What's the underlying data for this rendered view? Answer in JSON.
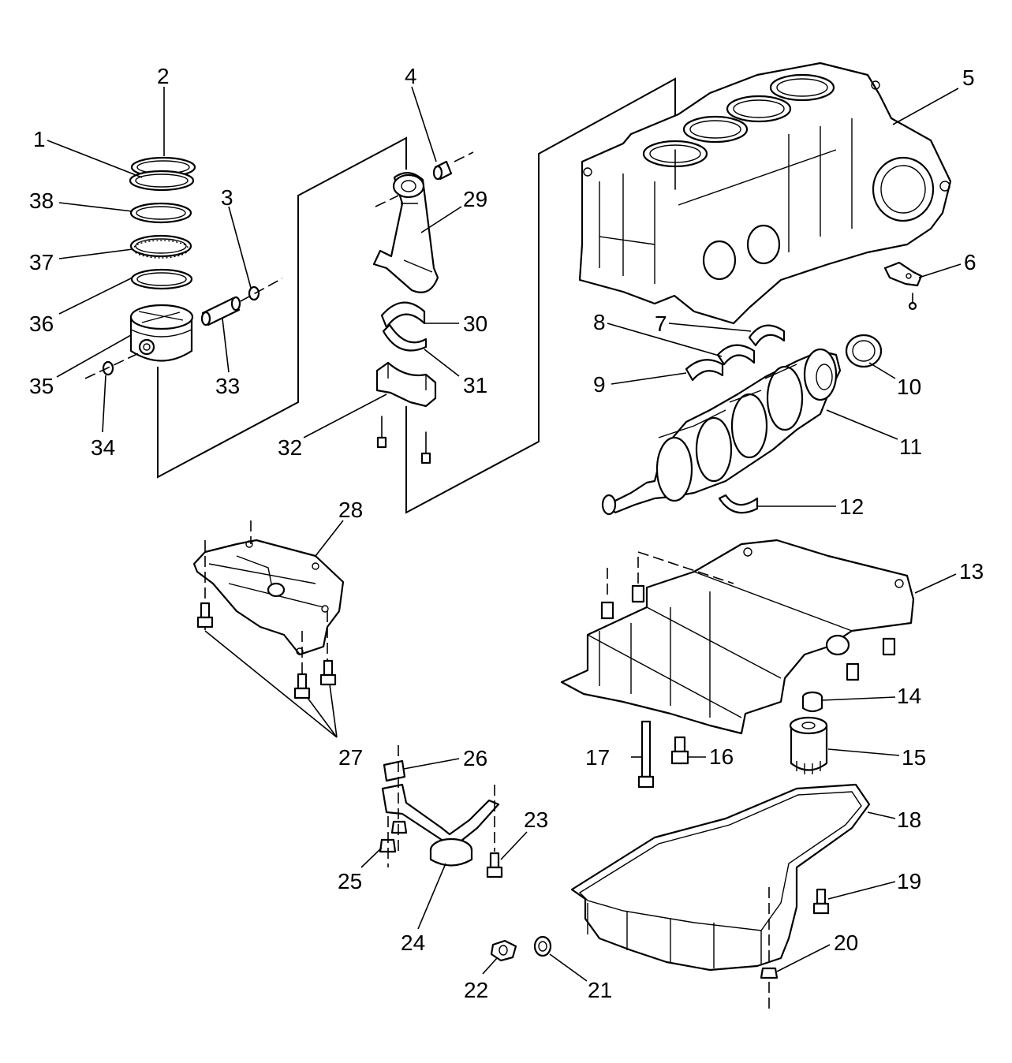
{
  "callouts": [
    {
      "num": "1"
    },
    {
      "num": "2"
    },
    {
      "num": "3"
    },
    {
      "num": "4"
    },
    {
      "num": "5"
    },
    {
      "num": "6"
    },
    {
      "num": "7"
    },
    {
      "num": "8"
    },
    {
      "num": "9"
    },
    {
      "num": "10"
    },
    {
      "num": "11"
    },
    {
      "num": "12"
    },
    {
      "num": "13"
    },
    {
      "num": "14"
    },
    {
      "num": "15"
    },
    {
      "num": "16"
    },
    {
      "num": "17"
    },
    {
      "num": "18"
    },
    {
      "num": "19"
    },
    {
      "num": "20"
    },
    {
      "num": "21"
    },
    {
      "num": "22"
    },
    {
      "num": "23"
    },
    {
      "num": "24"
    },
    {
      "num": "25"
    },
    {
      "num": "26"
    },
    {
      "num": "27"
    },
    {
      "num": "28"
    },
    {
      "num": "29"
    },
    {
      "num": "30"
    },
    {
      "num": "31"
    },
    {
      "num": "32"
    },
    {
      "num": "33"
    },
    {
      "num": "34"
    },
    {
      "num": "35"
    },
    {
      "num": "36"
    },
    {
      "num": "37"
    },
    {
      "num": "38"
    }
  ],
  "colors": {
    "ink": "#000000",
    "paper": "#ffffff"
  }
}
